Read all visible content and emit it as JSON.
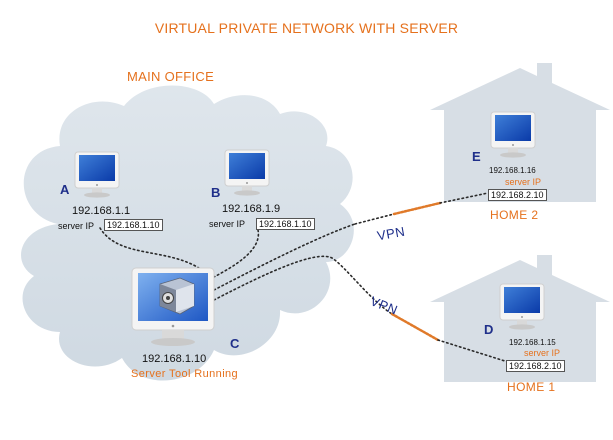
{
  "title": "VIRTUAL PRIVATE NETWORK WITH SERVER",
  "main_office": {
    "label": "MAIN OFFICE",
    "computer_a": {
      "letter": "A",
      "ip": "192.168.1.1",
      "server_ip_label": "server IP",
      "server_ip": "192.168.1.10"
    },
    "computer_b": {
      "letter": "B",
      "ip": "192.168.1.9",
      "server_ip_label": "server IP",
      "server_ip": "192.168.1.10"
    },
    "server_c": {
      "letter": "C",
      "ip": "192.168.1.10",
      "status": "Server Tool Running"
    }
  },
  "home_2": {
    "label": "HOME 2",
    "computer_e": {
      "letter": "E",
      "ip": "192.168.1.16",
      "server_ip_label": "server IP",
      "server_ip": "192.168.2.10"
    }
  },
  "home_1": {
    "label": "HOME 1",
    "computer_d": {
      "letter": "D",
      "ip": "192.168.1.15",
      "server_ip_label": "server IP",
      "server_ip": "192.168.2.10"
    }
  },
  "links": {
    "vpn_top": "VPN",
    "vpn_bottom": "VPN"
  },
  "colors": {
    "accent": "#e5711d",
    "letter": "#1f2f8a",
    "cloud": "#d3dde6",
    "house": "#d7dee5"
  }
}
